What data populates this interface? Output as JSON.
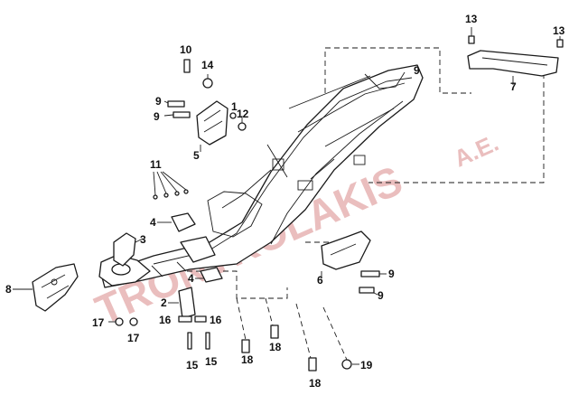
{
  "watermark": {
    "brand": "TRONTKOLAKIS",
    "suffix": "A.E.",
    "color": "#d98a8a"
  },
  "callouts": {
    "c1": "1",
    "c2": "2",
    "c3": "3",
    "c4a": "4",
    "c4b": "4",
    "c5": "5",
    "c6": "6",
    "c7": "7",
    "c8": "8",
    "c9a": "9",
    "c9b": "9",
    "c9c": "9",
    "c9d": "9",
    "c9e": "9",
    "c10": "10",
    "c11": "11",
    "c12": "12",
    "c13a": "13",
    "c13b": "13",
    "c14": "14",
    "c15a": "15",
    "c15b": "15",
    "c16a": "16",
    "c16b": "16",
    "c17a": "17",
    "c17b": "17",
    "c18a": "18",
    "c18b": "18",
    "c18c": "18",
    "c19": "19"
  }
}
